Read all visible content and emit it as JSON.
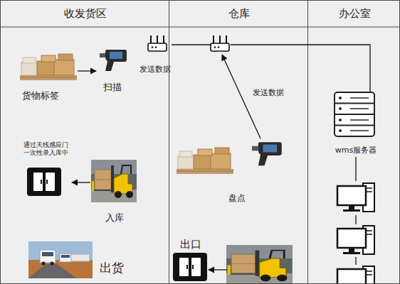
{
  "diagram": {
    "nodes": [
      {
        "text": [
          "收发货区"
        ]
      },
      {
        "text": [
          "仓库"
        ]
      },
      {
        "text": [
          "办公室"
        ]
      },
      {
        "text": [
          "货物标签"
        ],
        "in": 0
      },
      {
        "text": [
          "扫描"
        ],
        "in": 0
      },
      {
        "text": [
          "发送数据"
        ],
        "in": 0
      },
      {
        "text": [],
        "in": 1
      },
      {
        "text": [
          "wms服务器"
        ],
        "in": 2
      },
      {
        "text": [
          "通过天线感应门 一次性录入库中"
        ],
        "in": 0
      },
      {
        "text": [],
        "in": 1
      },
      {
        "text": [
          "入库"
        ],
        "in": 0
      },
      {
        "text": [],
        "in": 2
      },
      {
        "text": [],
        "in": 2
      },
      {
        "text": [
          "出口"
        ],
        "in": 1
      },
      {
        "text": [],
        "in": 1
      },
      {
        "text": [],
        "in": 2
      },
      {
        "text": [
          "出货"
        ],
        "in": 0
      }
    ],
    "edges": [
      {
        "from": 3,
        "to": 4,
        "arrow": "to"
      },
      {
        "from": 5,
        "to": 6,
        "arrow": "none"
      },
      {
        "from": 6,
        "to": 7,
        "arrow": "none"
      },
      {
        "from": 7,
        "to": 11,
        "arrow": "none"
      },
      {
        "from": 11,
        "to": 12,
        "arrow": "none"
      },
      {
        "from": 12,
        "to": 15,
        "arrow": "none"
      },
      {
        "from": 9,
        "to": 6,
        "label": "发送数据",
        "arrow": "to"
      },
      {
        "from": 10,
        "to": 8,
        "arrow": "to"
      },
      {
        "from": 14,
        "to": 13,
        "arrow": "to"
      }
    ],
    "labels": [
      "盘点"
    ]
  }
}
